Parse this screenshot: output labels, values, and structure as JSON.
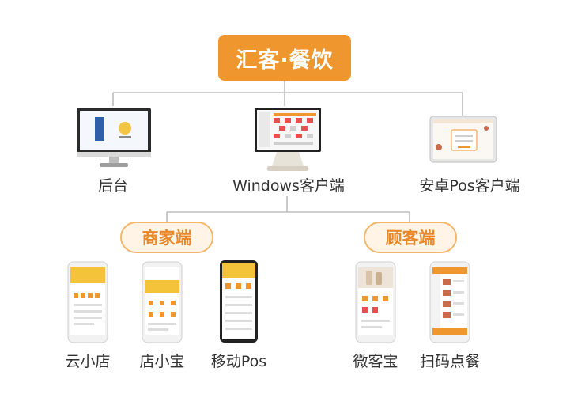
{
  "title": "汇客·餐饮",
  "platforms": [
    {
      "label": "后台"
    },
    {
      "label": "Windows客户端"
    },
    {
      "label": "安卓Pos客户端"
    }
  ],
  "groups": {
    "merchant": {
      "label": "商家端",
      "items": [
        {
          "label": "云小店"
        },
        {
          "label": "店小宝"
        },
        {
          "label": "移动Pos"
        }
      ]
    },
    "customer": {
      "label": "顾客端",
      "items": [
        {
          "label": "微客宝"
        },
        {
          "label": "扫码点餐"
        }
      ]
    }
  },
  "colors": {
    "accent": "#F0962E",
    "line": "#BDBDBD"
  }
}
